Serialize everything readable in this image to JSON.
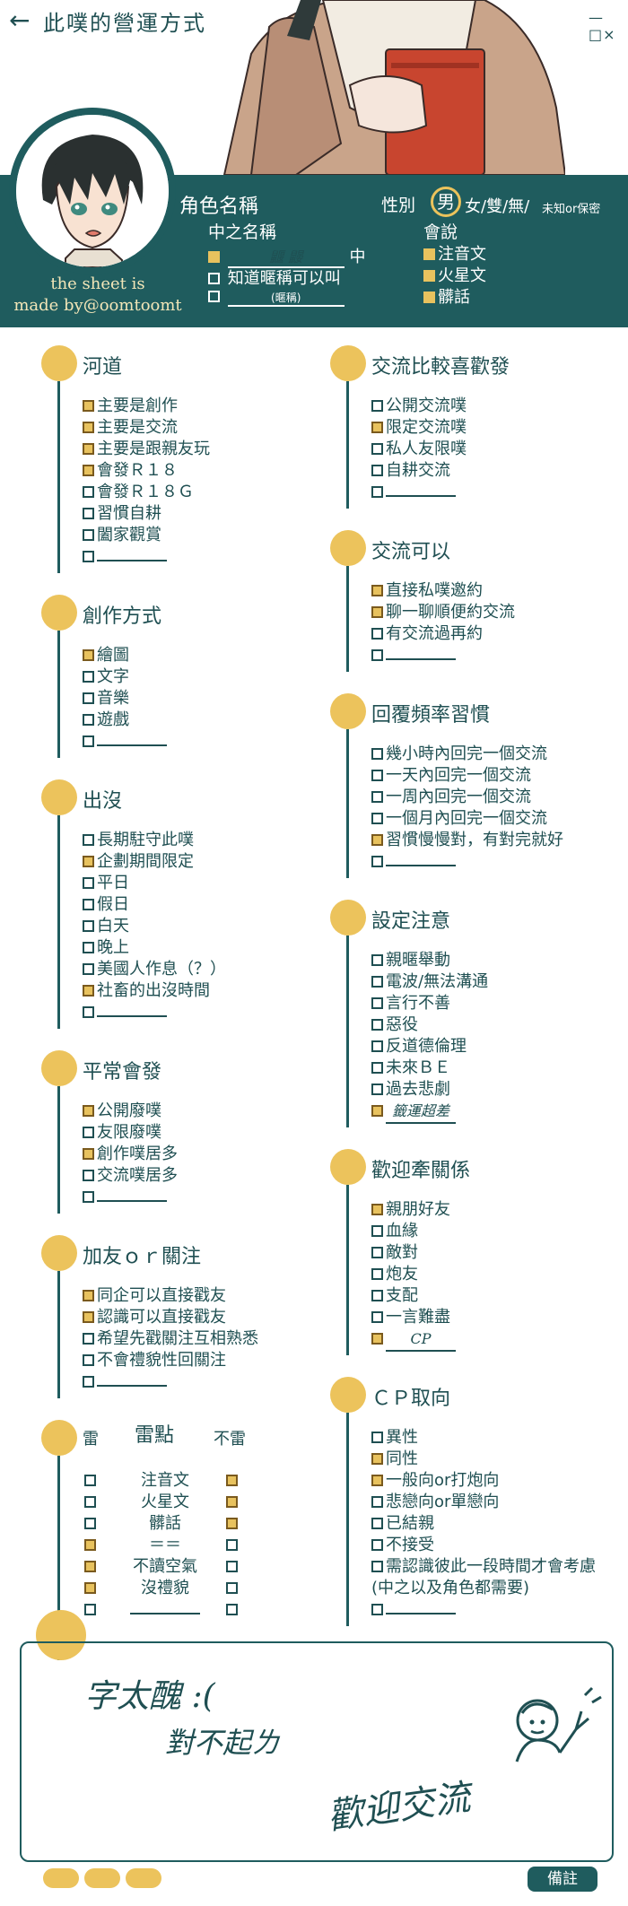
{
  "header": {
    "back_icon": "←",
    "title": "此噗的營運方式",
    "window_controls": "—□×"
  },
  "profile": {
    "credit_line1": "the sheet is",
    "credit_line2": "made by@oomtoomt",
    "character_label": "角色名稱",
    "gender_label": "性別",
    "gender_selected": "男",
    "gender_options": "女/雙/無/",
    "gender_other": "未知or保密",
    "inner_name_label": "中之名稱",
    "inner_name_handwritten": "鼴 鼹",
    "inner_name_suffix": "中",
    "nickname_line": "知道暱稱可以叫",
    "nickname_hint": "(暱稱)",
    "speak_label": "會說",
    "speak_items": [
      {
        "label": "注音文",
        "checked": true
      },
      {
        "label": "火星文",
        "checked": true
      },
      {
        "label": "髒話",
        "checked": true
      }
    ]
  },
  "left_sections": [
    {
      "title": "河道",
      "items": [
        {
          "label": "主要是創作",
          "checked": true
        },
        {
          "label": "主要是交流",
          "checked": true
        },
        {
          "label": "主要是跟親友玩",
          "checked": true
        },
        {
          "label": "會發Ｒ１８",
          "checked": true
        },
        {
          "label": "會發Ｒ１８Ｇ",
          "checked": false
        },
        {
          "label": "習慣自耕",
          "checked": false
        },
        {
          "label": "闔家觀賞",
          "checked": false
        },
        {
          "label": "",
          "checked": false
        }
      ]
    },
    {
      "title": "創作方式",
      "items": [
        {
          "label": "繪圖",
          "checked": true
        },
        {
          "label": "文字",
          "checked": false
        },
        {
          "label": "音樂",
          "checked": false
        },
        {
          "label": "遊戲",
          "checked": false
        },
        {
          "label": "",
          "checked": false
        }
      ]
    },
    {
      "title": "出沒",
      "items": [
        {
          "label": "長期駐守此噗",
          "checked": false
        },
        {
          "label": "企劃期間限定",
          "checked": true
        },
        {
          "label": "平日",
          "checked": false
        },
        {
          "label": "假日",
          "checked": false
        },
        {
          "label": "白天",
          "checked": false
        },
        {
          "label": "晚上",
          "checked": false
        },
        {
          "label": "美國人作息（？）",
          "checked": false
        },
        {
          "label": "社畜的出沒時間",
          "checked": true
        },
        {
          "label": "",
          "checked": false
        }
      ]
    },
    {
      "title": "平常會發",
      "items": [
        {
          "label": "公開廢噗",
          "checked": true
        },
        {
          "label": "友限廢噗",
          "checked": false
        },
        {
          "label": "創作噗居多",
          "checked": true
        },
        {
          "label": "交流噗居多",
          "checked": false
        },
        {
          "label": "",
          "checked": false
        }
      ]
    },
    {
      "title": "加友ｏｒ關注",
      "items": [
        {
          "label": "同企可以直接戳友",
          "checked": true
        },
        {
          "label": "認識可以直接戳友",
          "checked": true
        },
        {
          "label": "希望先戳關注互相熟悉",
          "checked": false
        },
        {
          "label": "不會禮貌性回關注",
          "checked": false
        },
        {
          "label": "",
          "checked": false
        }
      ]
    }
  ],
  "mines": {
    "mine_label": "雷",
    "title": "雷點",
    "notmine_label": "不雷",
    "rows": [
      {
        "label": "注音文",
        "mine": false,
        "ok": true
      },
      {
        "label": "火星文",
        "mine": false,
        "ok": true
      },
      {
        "label": "髒話",
        "mine": false,
        "ok": true
      },
      {
        "label": "＝＝",
        "mine": true,
        "ok": false
      },
      {
        "label": "不讀空氣",
        "mine": true,
        "ok": false
      },
      {
        "label": "沒禮貌",
        "mine": true,
        "ok": false
      },
      {
        "label": "",
        "mine": false,
        "ok": false
      }
    ]
  },
  "right_sections": [
    {
      "title": "交流比較喜歡發",
      "items": [
        {
          "label": "公開交流噗",
          "checked": false
        },
        {
          "label": "限定交流噗",
          "checked": true
        },
        {
          "label": "私人友限噗",
          "checked": false
        },
        {
          "label": "自耕交流",
          "checked": false
        },
        {
          "label": "",
          "checked": false
        }
      ]
    },
    {
      "title": "交流可以",
      "items": [
        {
          "label": "直接私噗邀約",
          "checked": true
        },
        {
          "label": "聊一聊順便約交流",
          "checked": true
        },
        {
          "label": "有交流過再約",
          "checked": false
        },
        {
          "label": "",
          "checked": false
        }
      ]
    },
    {
      "title": "回覆頻率習慣",
      "items": [
        {
          "label": "幾小時內回完一個交流",
          "checked": false
        },
        {
          "label": "一天內回完一個交流",
          "checked": false
        },
        {
          "label": "一周內回完一個交流",
          "checked": false
        },
        {
          "label": "一個月內回完一個交流",
          "checked": false
        },
        {
          "label": "習慣慢慢對，有對完就好",
          "checked": true
        },
        {
          "label": "",
          "checked": false
        }
      ]
    },
    {
      "title": "設定注意",
      "items": [
        {
          "label": "親暱舉動",
          "checked": false
        },
        {
          "label": "電波/無法溝通",
          "checked": false
        },
        {
          "label": "言行不善",
          "checked": false
        },
        {
          "label": "惡役",
          "checked": false
        },
        {
          "label": "反道德倫理",
          "checked": false
        },
        {
          "label": "未來ＢＥ",
          "checked": false
        },
        {
          "label": "過去悲劇",
          "checked": false
        },
        {
          "label": "",
          "checked": true,
          "handwritten": "籤運超差"
        }
      ]
    },
    {
      "title": "歡迎牽關係",
      "items": [
        {
          "label": "親朋好友",
          "checked": true
        },
        {
          "label": "血緣",
          "checked": false
        },
        {
          "label": "敵對",
          "checked": false
        },
        {
          "label": "炮友",
          "checked": false
        },
        {
          "label": "支配",
          "checked": false
        },
        {
          "label": "一言難盡",
          "checked": false
        },
        {
          "label": "",
          "checked": true,
          "handwritten": "CP"
        }
      ]
    },
    {
      "title": "ＣＰ取向",
      "items": [
        {
          "label": "異性",
          "checked": false
        },
        {
          "label": "同性",
          "checked": true
        },
        {
          "label": "一般向or打炮向",
          "checked": true
        },
        {
          "label": "悲戀向or單戀向",
          "checked": false
        },
        {
          "label": "已結親",
          "checked": false
        },
        {
          "label": "不接受",
          "checked": false
        },
        {
          "label": "需認識彼此一段時間才會考慮",
          "checked": false
        },
        {
          "label": "(中之以及角色都需要)",
          "checked": false,
          "no_box": true
        },
        {
          "label": "",
          "checked": false
        }
      ]
    }
  ],
  "notes": {
    "line1": "字太醜 :(",
    "line2": "對不起ㄌ",
    "line3": "歡迎交流",
    "button_label": "備註"
  },
  "colors": {
    "teal": "#1f5c5e",
    "gold": "#ecc35c",
    "text": "#1f4f52"
  }
}
